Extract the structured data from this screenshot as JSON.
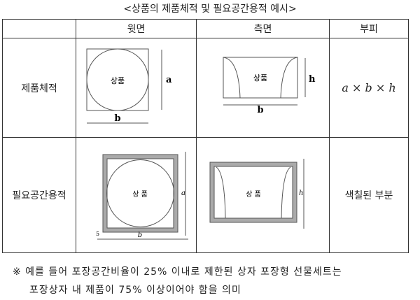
{
  "title": "<상품의 제품체적 및 필요공간용적 예시>",
  "table": {
    "headers": [
      "",
      "윗면",
      "측면",
      "부피"
    ],
    "rows": [
      {
        "label": "제품체적",
        "top_product": "상품",
        "side_product": "상품",
        "dim_a": "a",
        "dim_b": "b",
        "dim_h": "h",
        "volume": "a × b × h"
      },
      {
        "label": "필요공간용적",
        "top_product": "상 품",
        "side_product": "상 품",
        "dim_a": "a",
        "dim_b": "b",
        "dim_h": "h",
        "dim_5": "5",
        "volume": "색칠된 부분"
      }
    ]
  },
  "note": {
    "line1": "※ 예를 들어 포장공간비율이 25% 이내로 제한된 상자 포장형 선물세트는",
    "line2": "포장상자 내 제품이 75% 이상이어야 함을 의미"
  }
}
